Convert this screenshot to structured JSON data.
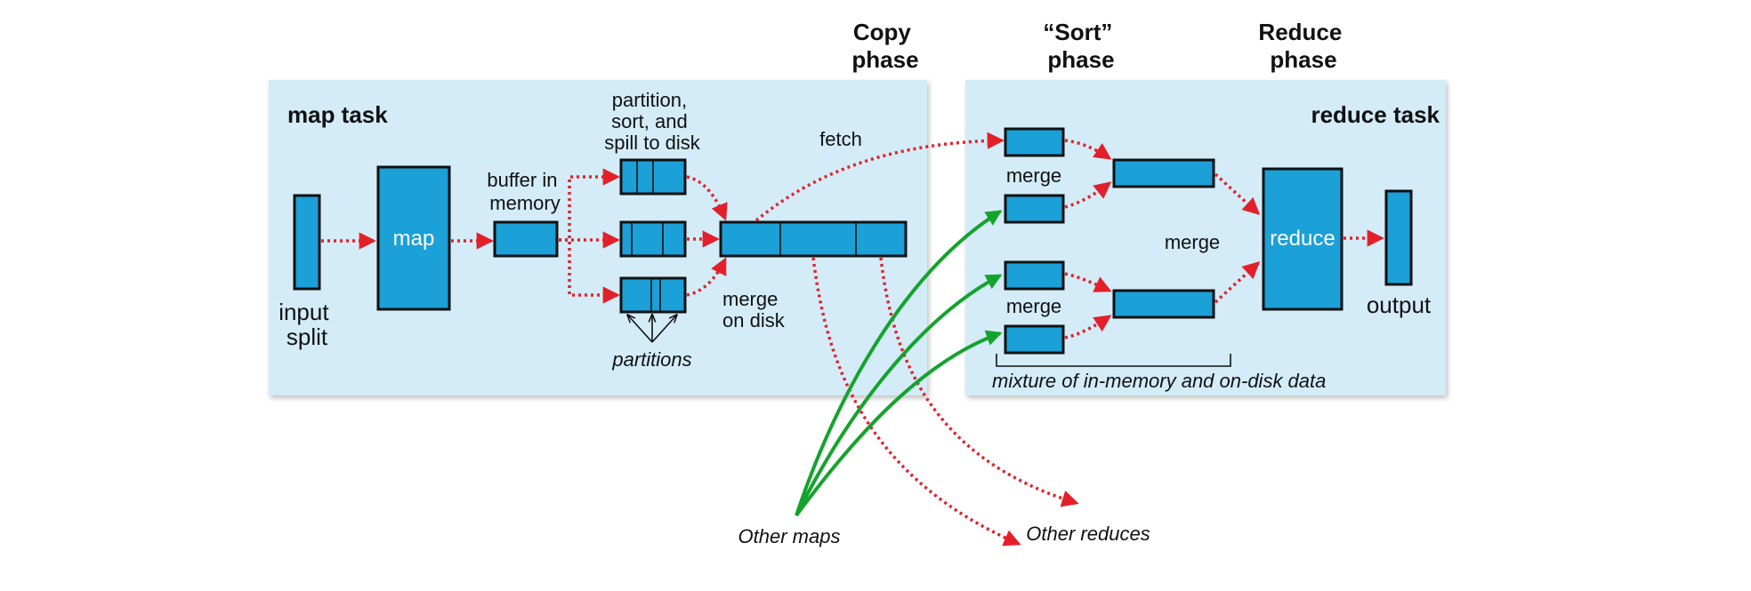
{
  "phases": {
    "copy": [
      "Copy",
      "phase"
    ],
    "sort": [
      "“Sort”",
      "phase"
    ],
    "reduce": [
      "Reduce",
      "phase"
    ]
  },
  "map_task": {
    "title": "map task",
    "input_split": [
      "input",
      "split"
    ],
    "map": "map",
    "buffer": [
      "buffer in",
      "memory"
    ],
    "partition_sort_spill": [
      "partition,",
      "sort, and",
      "spill to disk"
    ],
    "partitions": "partitions",
    "merge_on_disk": [
      "merge",
      "on disk"
    ],
    "fetch": "fetch"
  },
  "reduce_task": {
    "title": "reduce task",
    "merge_top": "merge",
    "merge_mid": "merge",
    "merge_bottom": "merge",
    "reduce": "reduce",
    "output": "output",
    "mixture": "mixture of in-memory and on-disk data"
  },
  "outside": {
    "other_maps": "Other maps",
    "other_reduces": "Other reduces"
  },
  "colors": {
    "panel": "#d3ecf8",
    "box": "#1ba0d8",
    "data_flow_arrow": "#e3202a",
    "other_maps_arrow": "#14a32c"
  }
}
